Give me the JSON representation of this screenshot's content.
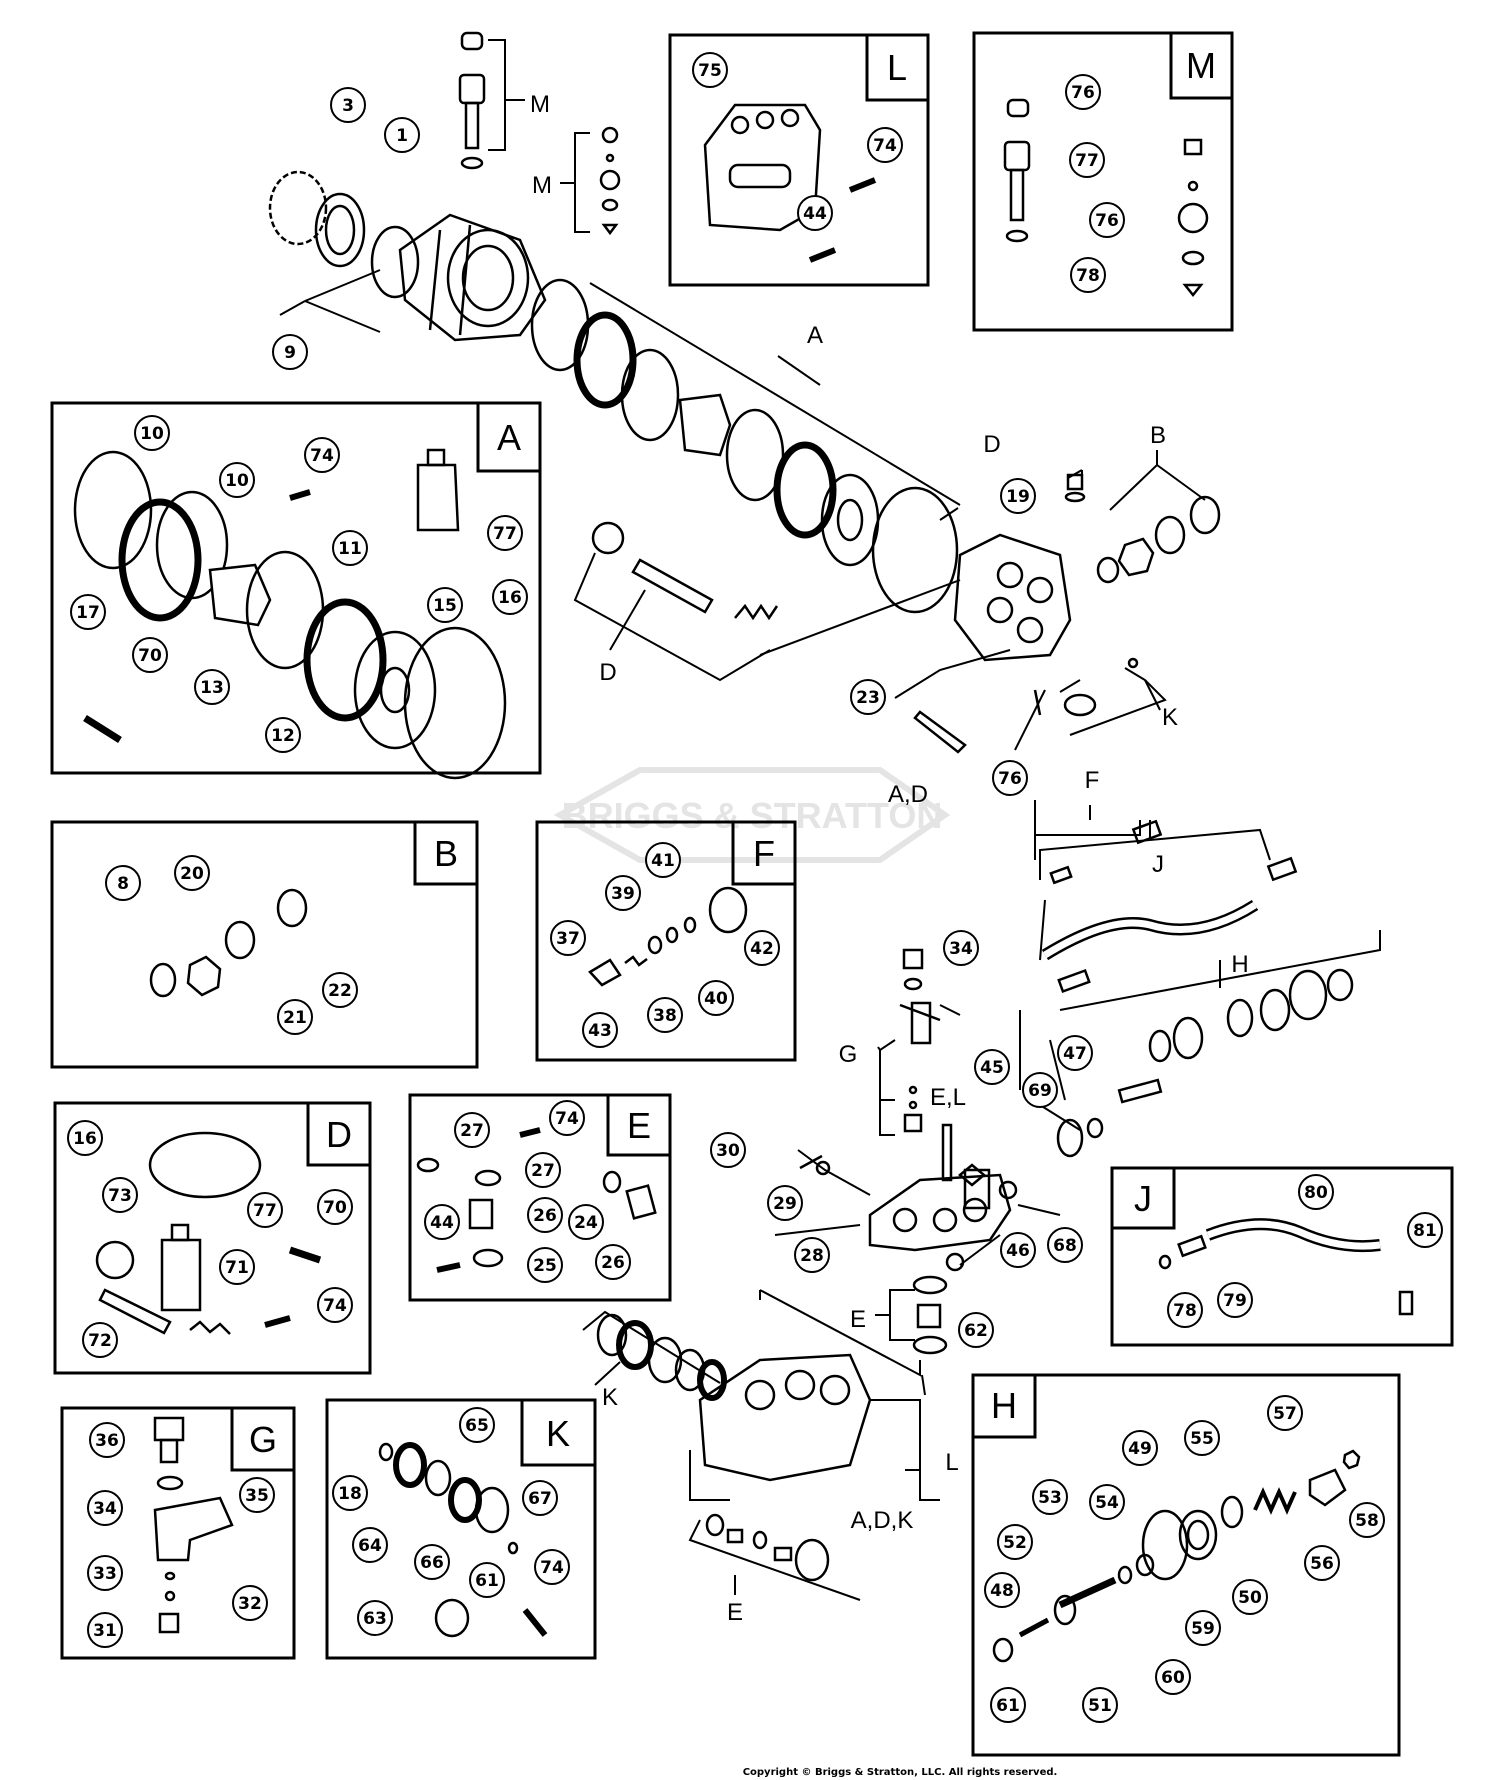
{
  "watermark": "BRIGGS & STRATTON",
  "copyright": "Copyright © Briggs & Stratton, LLC. All rights reserved.",
  "colors": {
    "line": "#000000",
    "background": "#ffffff",
    "watermark": "#e4e4e4"
  },
  "boxes": {
    "L": {
      "letter": "L",
      "callouts": [
        "75",
        "74",
        "44"
      ]
    },
    "M": {
      "letter": "M",
      "callouts": [
        "76",
        "77",
        "76",
        "78"
      ]
    },
    "A": {
      "letter": "A",
      "callouts": [
        "10",
        "10",
        "74",
        "77",
        "17",
        "11",
        "13",
        "15",
        "16",
        "70",
        "12"
      ]
    },
    "B": {
      "letter": "B",
      "callouts": [
        "8",
        "20",
        "21",
        "22"
      ]
    },
    "F": {
      "letter": "F",
      "callouts": [
        "41",
        "39",
        "37",
        "42",
        "38",
        "40",
        "43"
      ]
    },
    "D": {
      "letter": "D",
      "callouts": [
        "16",
        "73",
        "77",
        "70",
        "71",
        "72",
        "74"
      ]
    },
    "E": {
      "letter": "E",
      "callouts": [
        "27",
        "74",
        "27",
        "44",
        "26",
        "24",
        "25",
        "26"
      ]
    },
    "J": {
      "letter": "J",
      "callouts": [
        "80",
        "81",
        "78",
        "79"
      ]
    },
    "G": {
      "letter": "G",
      "callouts": [
        "36",
        "35",
        "34",
        "33",
        "32",
        "31"
      ]
    },
    "K": {
      "letter": "K",
      "callouts": [
        "65",
        "18",
        "67",
        "64",
        "66",
        "61",
        "74",
        "63"
      ]
    },
    "H": {
      "letter": "H",
      "callouts": [
        "57",
        "49",
        "55",
        "53",
        "54",
        "58",
        "52",
        "56",
        "48",
        "50",
        "59",
        "60",
        "61",
        "51"
      ]
    }
  },
  "main_callouts": [
    "3",
    "1",
    "9",
    "19",
    "23",
    "76",
    "34",
    "45",
    "47",
    "69",
    "30",
    "29",
    "28",
    "46",
    "68",
    "62"
  ],
  "group_tags": {
    "M_top": "M",
    "M_side": "M",
    "A": "A",
    "D_right": "D",
    "B": "B",
    "D_left": "D",
    "K": "K",
    "AD": "A,D",
    "F": "F",
    "J": "J",
    "H": "H",
    "G": "G",
    "EL": "E,L",
    "E_mid": "E",
    "K_low": "K",
    "L_low": "L",
    "ADK": "A,D,K",
    "E_low": "E"
  }
}
